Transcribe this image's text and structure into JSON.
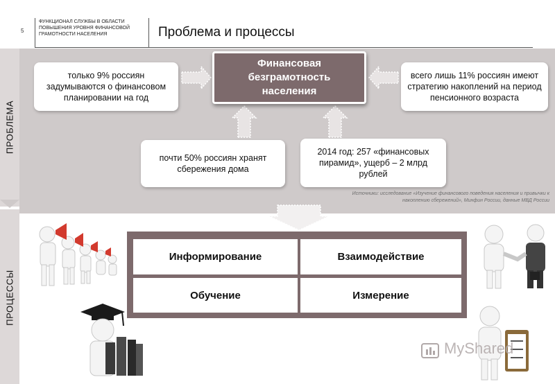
{
  "header": {
    "slide_number": "5",
    "organization": "ФУНКЦИОНАЛ СЛУЖБЫ В ОБЛАСТИ ПОВЫШЕНИЯ УРОВНЯ ФИНАНСОВОЙ ГРАМОТНОСТИ НАСЕЛЕНИЯ",
    "title": "Проблема и процессы"
  },
  "sections": {
    "problem_label": "ПРОБЛЕМА",
    "processes_label": "ПРОЦЕССЫ"
  },
  "problem": {
    "center": "Финансовая\nбезграмотность\nнаселения",
    "facts": [
      "только 9% россиян задумываются о финансовом планировании на год",
      "всего лишь 11% россиян имеют стратегию накоплений на период пенсионного возраста",
      "почти 50% россиян хранят сбережения дома",
      "2014 год: 257 «финансовых пирамид», ущерб – 2 млрд рублей"
    ],
    "source": "Источники: исследование «Изучение финансового поведения населения и привычки к накоплению сбережений», Минфин России, данные МВД России"
  },
  "processes": [
    "Информирование",
    "Взаимодействие",
    "Обучение",
    "Измерение"
  ],
  "watermark": "MyShared",
  "colors": {
    "accent": "#7d6a6c",
    "band": "#cfcaca",
    "arrow": "#ffffff"
  },
  "icons": [
    "megaphone-figures-icon",
    "graduate-books-icon",
    "handshake-icon",
    "checklist-icon",
    "arrow-icon"
  ]
}
